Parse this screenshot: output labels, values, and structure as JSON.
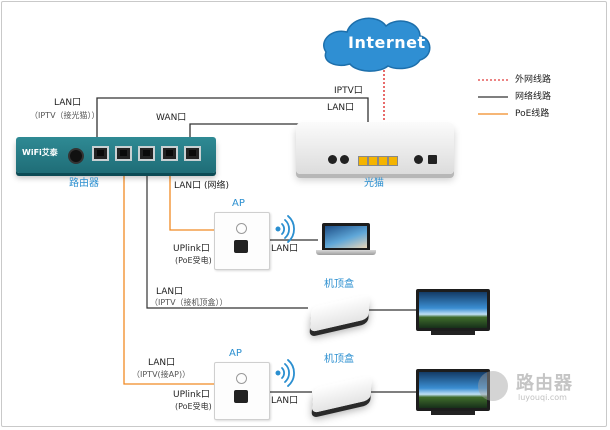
{
  "internet": {
    "label": "Internet"
  },
  "legend": {
    "items": [
      {
        "label": "外网线路",
        "style": "dotted",
        "color": "#e03a3a"
      },
      {
        "label": "网络线路",
        "style": "solid",
        "color": "#333333"
      },
      {
        "label": "PoE线路",
        "style": "solid",
        "color": "#f08a24"
      }
    ]
  },
  "router": {
    "name": "路由器",
    "brand": "WiFi艾泰"
  },
  "modem": {
    "name": "光猫"
  },
  "labels": {
    "router_lan": "LAN口",
    "router_lan_sub": "（IPTV（接光猫））",
    "router_wan": "WAN口",
    "modem_iptv": "IPTV口",
    "modem_lan": "LAN口",
    "ap1_uplink_lan": "LAN口 (网络)",
    "ap1_title": "AP",
    "ap1_uplink": "UPlink口",
    "ap1_uplink_sub": "(PoE受电)",
    "ap1_lan": "LAN口",
    "stb1_lan": "LAN口",
    "stb1_lan_sub": "（IPTV（接机顶盒））",
    "stb1_name": "机顶盒",
    "ap2_lan": "LAN口",
    "ap2_lan_sub": "（IPTV(接AP)）",
    "ap2_title": "AP",
    "ap2_uplink": "UPlink口",
    "ap2_uplink_sub": "(PoE受电)",
    "ap2_lan_out": "LAN口",
    "stb2_name": "机顶盒"
  },
  "watermark": {
    "big": "路由器",
    "small": "luyouqi.com"
  },
  "colors": {
    "cloud": "#2f8fd3",
    "poe": "#f08a24",
    "network": "#333333",
    "wan": "#e03a3a",
    "router": "#2a7f8a",
    "accent": "#2b8fd0"
  }
}
